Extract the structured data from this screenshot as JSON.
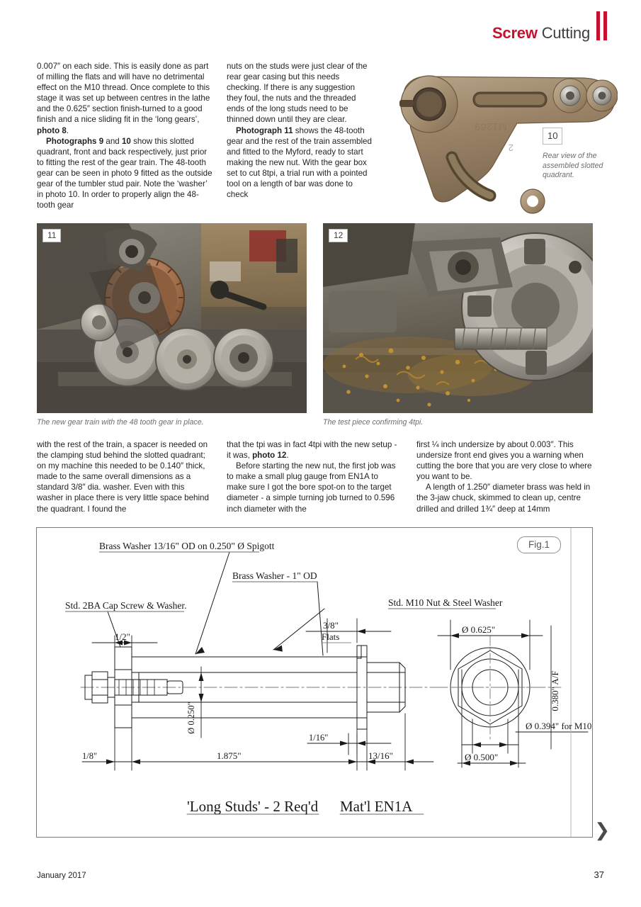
{
  "header": {
    "title_bold": "Screw",
    "title_light": "Cutting",
    "accent_color": "#c8102e",
    "bar_icon": "double-bar-icon"
  },
  "article": {
    "top_column_1": [
      "0.007″ on each side. This is easily done as part of milling the flats and will have no detrimental effect on the M10 thread. Once complete to this stage it was set up between centres in the lathe and the 0.625″ section finish-turned to a good finish and a nice sliding fit in the ‘long gears’, ",
      "photo 8",
      ".",
      "Photographs 9",
      " and ",
      "10",
      " show this slotted quadrant, front and back respectively, just prior to fitting the rest of the gear train. The 48-tooth gear can be seen in photo 9 fitted as the outside gear of the tumbler stud pair. Note the ‘washer’ in photo 10. In order to properly align the 48-tooth gear"
    ],
    "top_column_2": [
      "nuts on the studs were just clear of the rear gear casing but this needs checking. If there is any suggestion they foul, the nuts and the threaded ends of the long studs need to be thinned down until they are clear.",
      "Photograph 11",
      " shows the 48-tooth gear and the rest of the train assembled and fitted to the Myford, ready to start making the new nut. With the gear box set to cut 8tpi, a trial run with a pointed tool on a length of bar was done to check"
    ],
    "mid_column_1": "with the rest of the train, a spacer is needed on the clamping stud behind the slotted quadrant; on my machine this needed to be 0.140″ thick, made to the same overall dimensions as a standard 3/8″ dia. washer. Even with this washer in place there is very little space behind the quadrant. I found the",
    "mid_column_2_a": "that the tpi was in fact 4tpi with the new setup - it was, ",
    "mid_column_2_bold": "photo 12",
    "mid_column_2_b": ".",
    "mid_column_2_c": "Before starting the new nut, the first job was to make a small plug gauge from EN1A to make sure I got the bore spot-on to the target diameter - a simple turning job turned to 0.596 inch diameter with the",
    "mid_column_3_a": "first ¼ inch undersize by about 0.003″. This undersize front end gives you a warning when cutting the bore that you are very close to where you want to be.",
    "mid_column_3_b": "A length of 1.250″ diameter brass was held in the 3-jaw chuck, skimmed to clean up, centre drilled and drilled 1¾″ deep at 14mm"
  },
  "photos": {
    "p10": {
      "badge": "10",
      "caption": "Rear view of the assembled slotted quadrant.",
      "alt": "Rear view of cast slotted quadrant with bosses and curved slot"
    },
    "p11": {
      "badge": "11",
      "caption": "The new gear train with the 48 tooth gear in place."
    },
    "p12": {
      "badge": "12",
      "caption": "The test piece confirming 4tpi."
    }
  },
  "figure": {
    "tag": "Fig.1",
    "title_part": "'Long Studs'  -  2 Req'd",
    "title_material": "Mat'l  EN1A",
    "annotations": [
      "Brass Washer 13/16\" OD on 0.250\" Ø Spigott",
      "Brass Washer - 1\" OD",
      "Std. 2BA Cap Screw & Washer.",
      "Std. M10 Nut & Steel Washer"
    ],
    "dimensions": {
      "flats_size": "3/8\"",
      "flats_label": "Flats",
      "half_inch": "1/2\"",
      "dia_625": "Ø 0.625\"",
      "af_380": "0.380\" A/F",
      "dia_250": "Ø 0.250\"",
      "sixteenth": "1/16\"",
      "eighth": "1/8\"",
      "len_1875": "1.875\"",
      "len_1316": "13/16\"",
      "dia_500": "Ø 0.500\"",
      "dia_394": "Ø 0.394\" for M10"
    }
  },
  "footer": {
    "date": "January 2017",
    "page_number": "37",
    "next_icon": "chevron-right-icon"
  }
}
